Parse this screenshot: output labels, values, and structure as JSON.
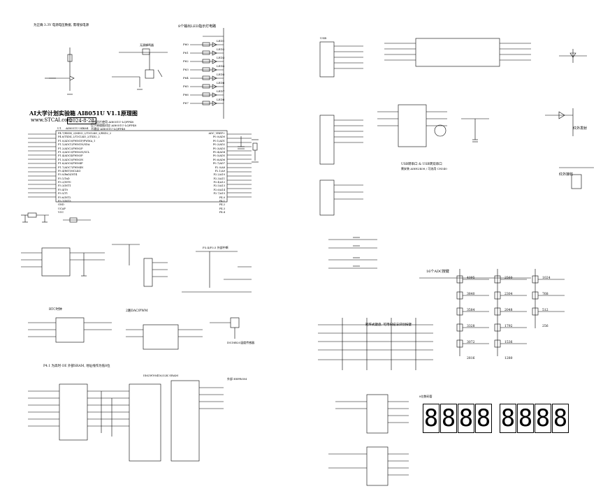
{
  "sheet": {
    "title": "AI大学计划实验箱 AI8051U V1.1原理图",
    "website": "www.STCAI.com",
    "date": "2024-8-28"
  },
  "mcu": {
    "ref": "U1",
    "part": "AI8051U-34K64",
    "header_notes": [
      "主控芯片使用 AI8051U-LQFP48",
      "以下原理图对应 AI8051U-LQFP48",
      "不建议 AI8051U-LQFP48"
    ],
    "left_pins": [
      "P4.7/RXD4_2/MISO_2/T3CLKO_2/RXD2_2",
      "P4.6/TXD4_2/T3CLKO_2/TXD2_2",
      "P1.0/ADC0/PWM1P/PWMA_1",
      "P1.1/ADC1/PWM1N/SDA",
      "P1.2/ADC2/PWM2P",
      "P1.3/ADC3/PWM2N/SCL",
      "P1.4/ADC4/PWM3P",
      "P1.5/ADC5/PWM3N",
      "P1.6/ADC6/PWM4P",
      "P1.7/ADC7/PWM4N",
      "P5.4/RST/MCLKO",
      "P3.0/RxD/INT4",
      "P3.1/TxD",
      "P3.2/INT0",
      "P3.3/INT1",
      "P3.4/T0",
      "P3.5/T1",
      "P3.6/INT2",
      "P3.7/INT3",
      "GND",
      "UCAP",
      "VCC"
    ],
    "right_pins": [
      "ADC_VREF+",
      "P0.0/AD0",
      "P0.1/AD1",
      "P0.2/AD2",
      "P0.3/AD3",
      "P0.4/AD4",
      "P0.5/AD5",
      "P0.6/AD6",
      "P0.7/AD7",
      "P2.0/A8",
      "P2.1/A9",
      "P2.2/A10",
      "P2.3/A11",
      "P2.4/A12",
      "P2.5/A13",
      "P2.6/A14",
      "P2.7/A15",
      "P4.0",
      "P4.1",
      "P4.2",
      "P4.3",
      "P4.4"
    ]
  },
  "blocks": {
    "led_title": "8个输出LED指示灯电路",
    "led_names": [
      "LED1",
      "LED2",
      "LED3",
      "LED4",
      "LED5",
      "LED6",
      "LED7",
      "LED8"
    ],
    "led_nets": [
      "P60",
      "P61",
      "P62",
      "P63",
      "P64",
      "P65",
      "P66",
      "P67"
    ],
    "buzzer_title": "无源蜂鸣器",
    "buzzer_note": "为正确 3.3V 电源电压数据, 需增加电源",
    "usb_title": "USB",
    "usb_note_1": "USB转串口 & USB转双串口",
    "usb_note_2": "需安装 AI8H2K08 / 可选用 CH340",
    "ir_tx": "红外发射",
    "ir_rx": "红外接收",
    "key_title": "矩阵式键盘, 可用扫描法识别按键",
    "adc_title": "16个ADC按键",
    "adc_values": [
      "4095",
      "3840",
      "3584",
      "3328",
      "3072",
      "2816",
      "2560",
      "2304",
      "2048",
      "1792",
      "1536",
      "1280",
      "1024",
      "768",
      "512",
      "256"
    ],
    "sram_title": "P4.1 为高时 OE 外部SRAM, 地址线作为低8位",
    "sram_part": "IS62WV6416/32K SRAM",
    "display_title": "8位数码管",
    "display_digits": [
      "8",
      "8",
      "8",
      "8",
      "8",
      "8",
      "8",
      "8"
    ],
    "rtc_title": "RTC时钟",
    "dac_title": "2路DAC/PWM",
    "eeprom_title": "外部 EEPROM",
    "onewire": "DS18B20温度传感器",
    "irq_title": "P3.4/P3.5 外部中断"
  }
}
